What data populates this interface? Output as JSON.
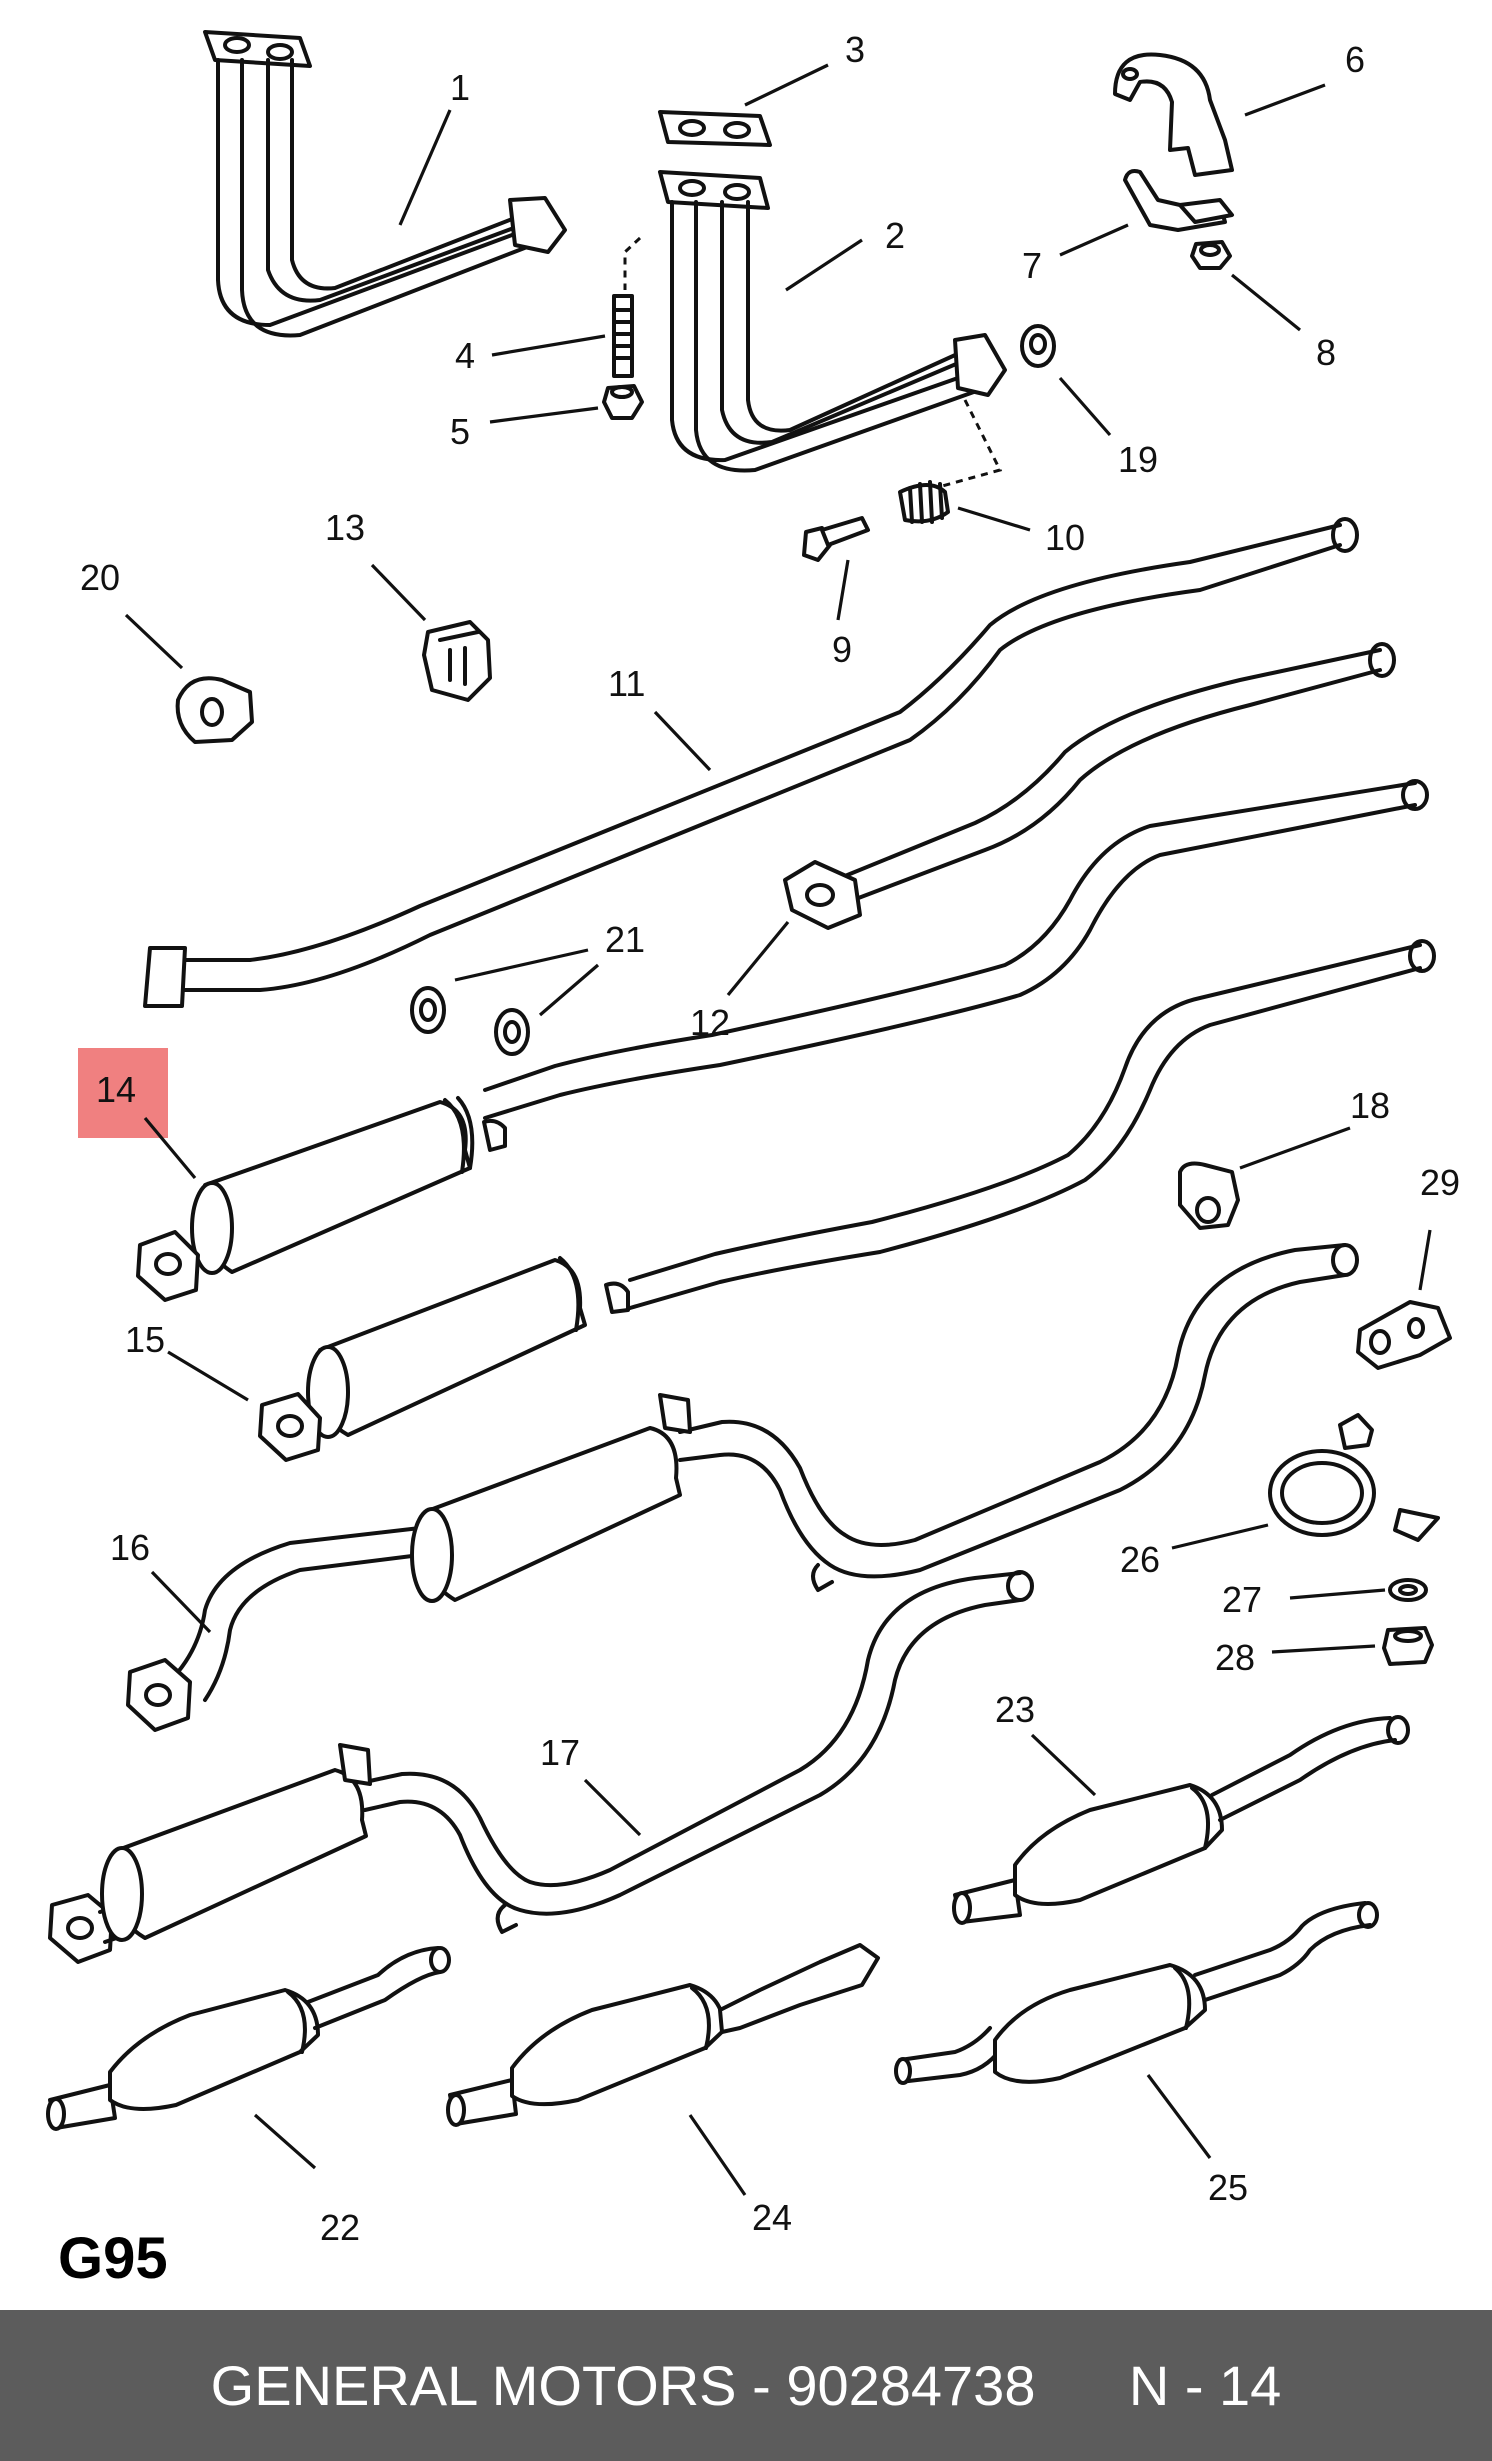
{
  "diagram": {
    "group_code": "G95",
    "highlight_color": "#f08080",
    "highlighted_callout": "14",
    "callouts": [
      "1",
      "2",
      "3",
      "4",
      "5",
      "6",
      "7",
      "8",
      "9",
      "10",
      "11",
      "12",
      "13",
      "14",
      "15",
      "16",
      "17",
      "18",
      "19",
      "20",
      "21",
      "22",
      "23",
      "24",
      "25",
      "26",
      "27",
      "28",
      "29"
    ]
  },
  "footer": {
    "manufacturer": "GENERAL MOTORS",
    "separator": "-",
    "part_number": "90284738",
    "position": "N - 14",
    "background_color": "#5c5c5c"
  }
}
